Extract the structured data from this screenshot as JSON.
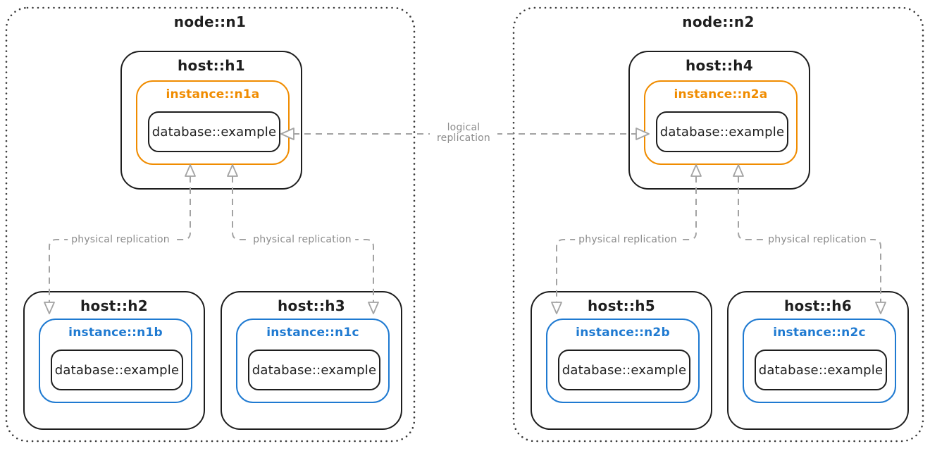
{
  "nodes": [
    {
      "label": "node::n1",
      "hosts": [
        {
          "label": "host::h1",
          "role": "primary",
          "instance": "instance::n1a",
          "database": "database::example"
        },
        {
          "label": "host::h2",
          "role": "replica",
          "instance": "instance::n1b",
          "database": "database::example"
        },
        {
          "label": "host::h3",
          "role": "replica",
          "instance": "instance::n1c",
          "database": "database::example"
        }
      ]
    },
    {
      "label": "node::n2",
      "hosts": [
        {
          "label": "host::h4",
          "role": "primary",
          "instance": "instance::n2a",
          "database": "database::example"
        },
        {
          "label": "host::h5",
          "role": "replica",
          "instance": "instance::n2b",
          "database": "database::example"
        },
        {
          "label": "host::h6",
          "role": "replica",
          "instance": "instance::n2c",
          "database": "database::example"
        }
      ]
    }
  ],
  "connectors": {
    "logical": {
      "label": "logical replication",
      "from": "database::example (instance::n1a)",
      "to": "database::example (instance::n2a)",
      "bidirectional": true
    },
    "physical": [
      {
        "label": "physical replication",
        "from": "instance::n1a",
        "to": "host::h2"
      },
      {
        "label": "physical replication",
        "from": "instance::n1a",
        "to": "host::h3"
      },
      {
        "label": "physical replication",
        "from": "instance::n2a",
        "to": "host::h5"
      },
      {
        "label": "physical replication",
        "from": "instance::n2a",
        "to": "host::h6"
      }
    ]
  },
  "colors": {
    "stroke": "#1e1e1e",
    "primary_accent": "#f08c00",
    "replica_accent": "#1f7ad1",
    "connector": "#a3a3a3",
    "connector_text": "#8c8c8c",
    "node_border": "#3a3a3a",
    "bg": "#ffffff"
  }
}
